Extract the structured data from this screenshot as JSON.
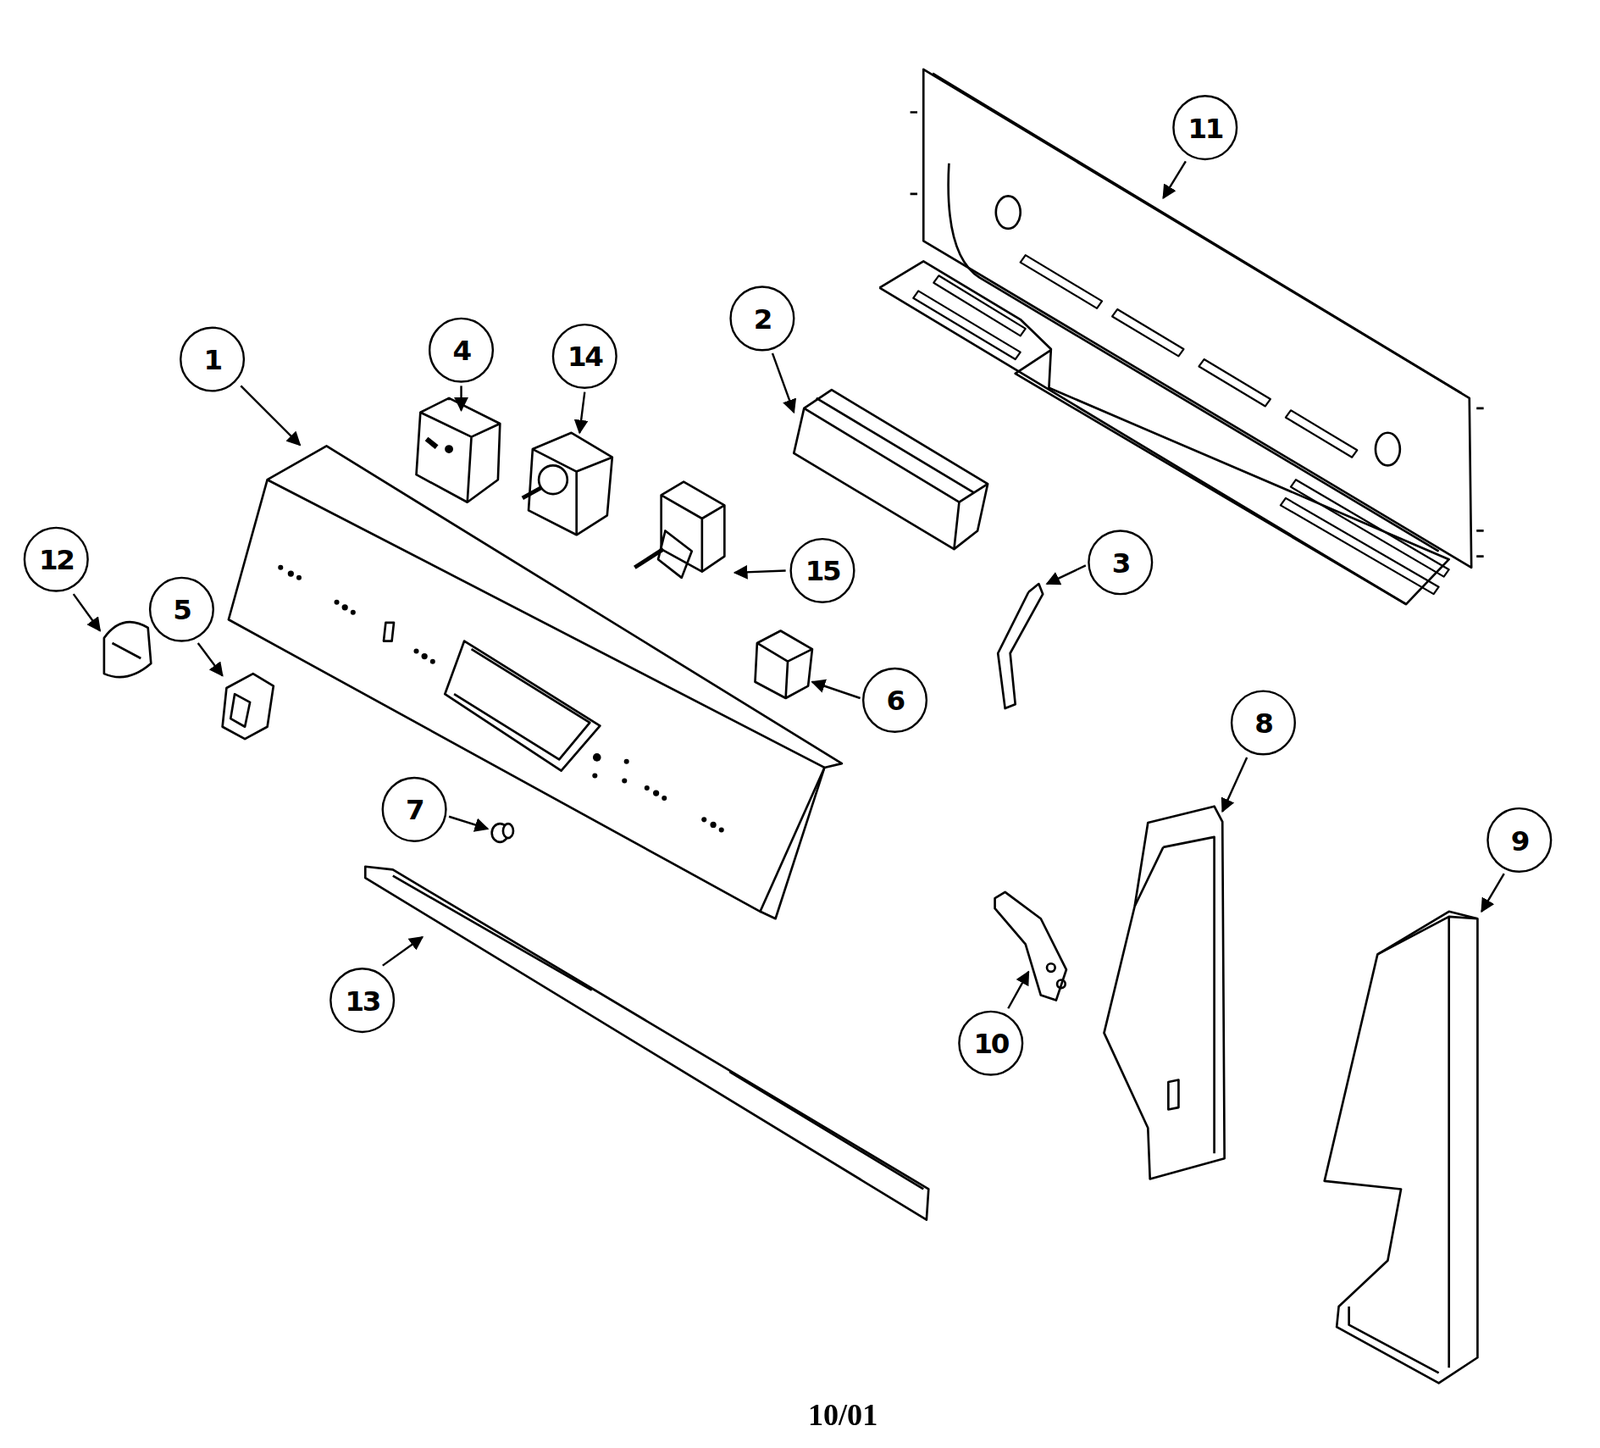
{
  "diagram": {
    "nodes": [
      {
        "text": [
          "11"
        ]
      },
      {
        "text": [
          "2"
        ]
      },
      {
        "text": [
          "1"
        ]
      },
      {
        "text": [
          "4"
        ]
      },
      {
        "text": [
          "14"
        ]
      },
      {
        "text": [
          "12"
        ]
      },
      {
        "text": [
          "3"
        ]
      },
      {
        "text": [
          "15"
        ]
      },
      {
        "text": [
          "5"
        ]
      },
      {
        "text": [
          "6"
        ]
      },
      {
        "text": [
          "8"
        ]
      },
      {
        "text": [
          "7"
        ]
      },
      {
        "text": [
          "9"
        ]
      },
      {
        "text": [
          "13"
        ]
      },
      {
        "text": [
          "10"
        ]
      }
    ],
    "labels": [
      "10/01"
    ]
  }
}
